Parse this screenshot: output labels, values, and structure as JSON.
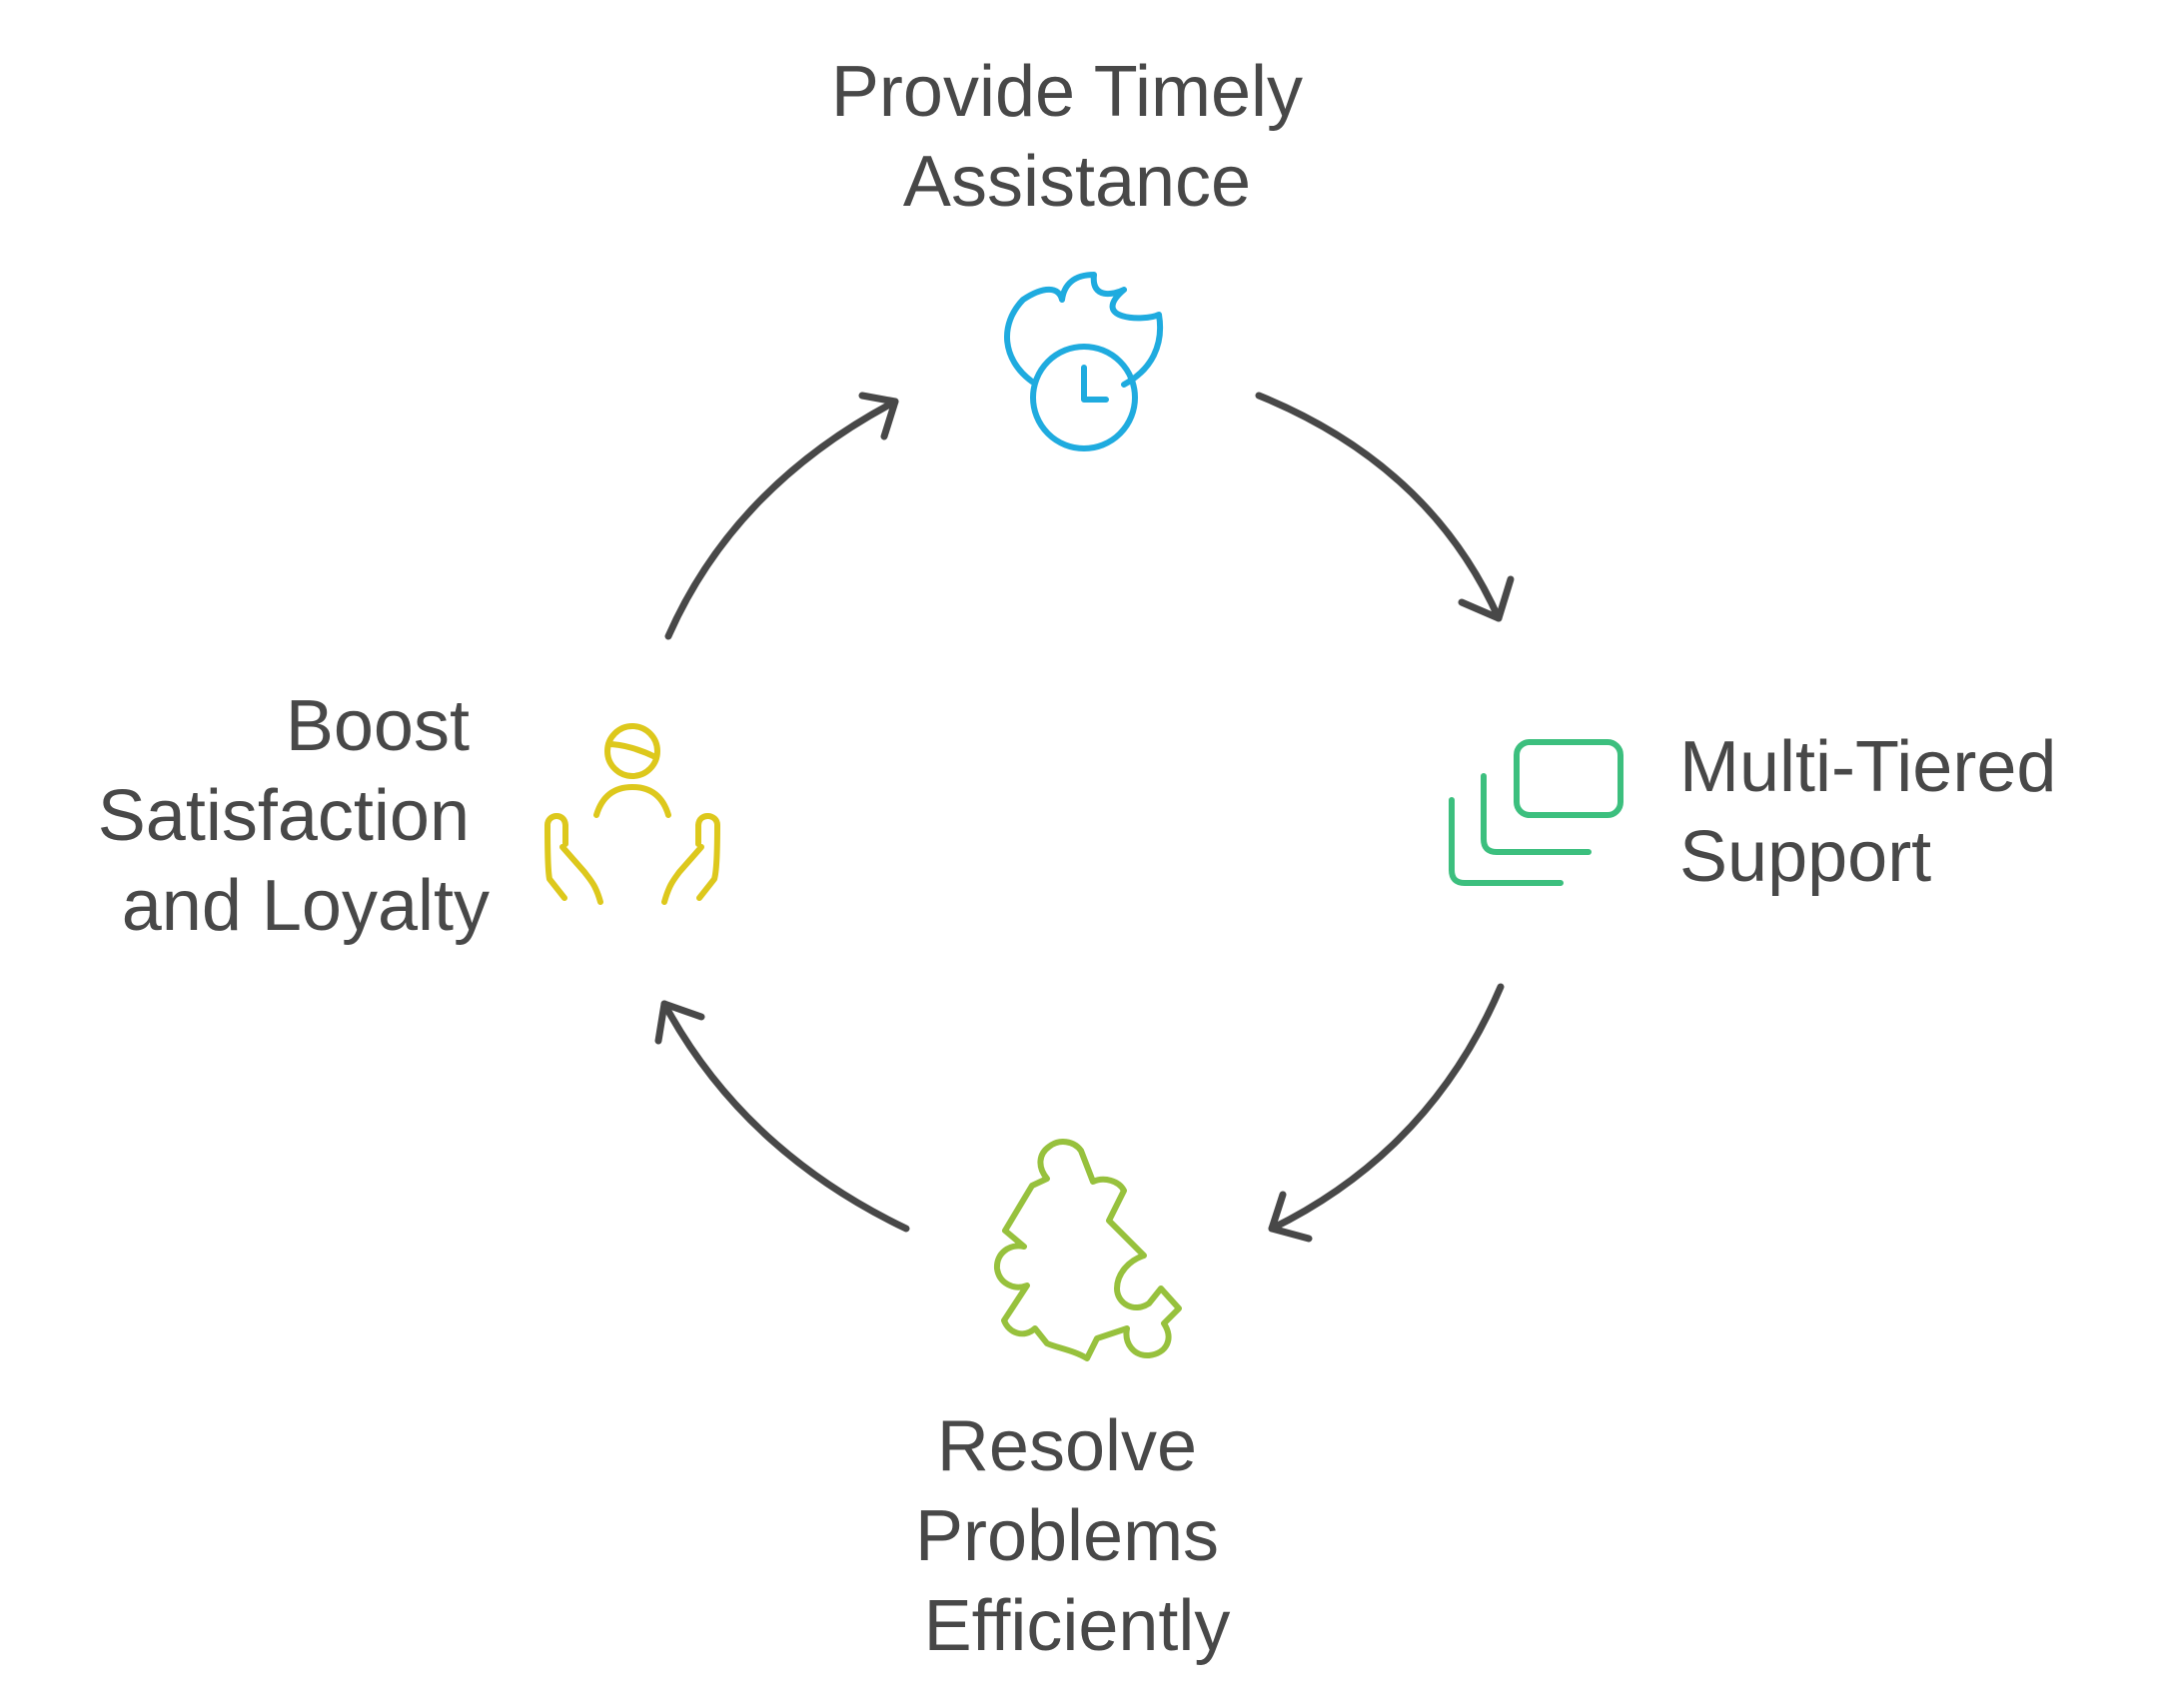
{
  "cycle": {
    "steps": [
      {
        "lines": [
          "Provide Timely",
          "Assistance"
        ],
        "icon": "fire-clock-icon",
        "color": "#1fabdf"
      },
      {
        "lines": [
          "Multi-Tiered",
          "Support"
        ],
        "icon": "stacked-windows-icon",
        "color": "#3cbf7e"
      },
      {
        "lines": [
          "Resolve",
          "Problems",
          "Efficiently"
        ],
        "icon": "puzzle-piece-icon",
        "color": "#97c13d"
      },
      {
        "lines": [
          "Boost",
          "Satisfaction",
          "and Loyalty"
        ],
        "icon": "hands-person-icon",
        "color": "#ddc81c"
      }
    ],
    "arrow_color": "#484848",
    "text_color": "#484848"
  }
}
